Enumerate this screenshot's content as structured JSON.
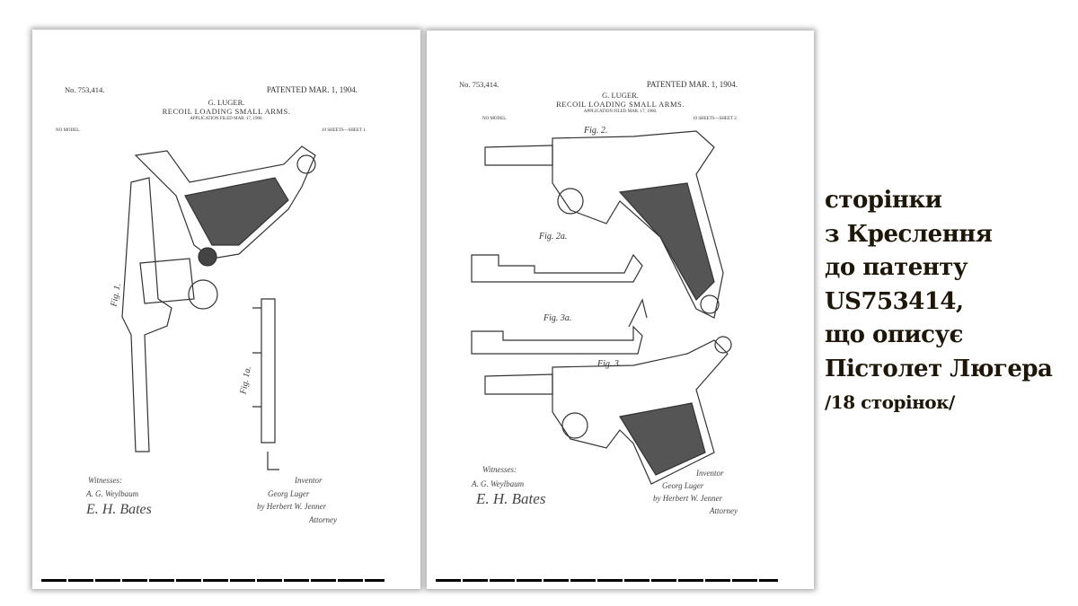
{
  "pages": [
    {
      "number": "No. 753,414.",
      "patented": "PATENTED MAR. 1, 1904.",
      "inventor": "G. LUGER.",
      "title": "RECOIL LOADING SMALL ARMS.",
      "application": "APPLICATION FILED MAR. 17, 1900.",
      "model": "NO MODEL.",
      "sheet": "10 SHEETS—SHEET 1.",
      "figures": [
        "Fig. 1.",
        "Fig. 1a."
      ],
      "witnesses_label": "Witnesses:",
      "inventor_label": "Inventor",
      "attorney_label": "Attorney"
    },
    {
      "number": "No. 753,414.",
      "patented": "PATENTED MAR. 1, 1904.",
      "inventor": "G. LUGER.",
      "title": "RECOIL LOADING SMALL ARMS.",
      "application": "APPLICATION FILED MAR. 17, 1900.",
      "model": "NO MODEL.",
      "sheet": "10 SHEETS—SHEET 2.",
      "figures": [
        "Fig. 2.",
        "Fig. 2a.",
        "Fig. 3a.",
        "Fig. 3."
      ],
      "witnesses_label": "Witnesses:",
      "inventor_label": "Inventor",
      "attorney_label": "Attorney"
    }
  ],
  "signatures": [
    "A. G. Weylbaum",
    "E. H. Bates",
    "Georg Luger",
    "by Herbert W. Jenner"
  ],
  "caption": {
    "lines": [
      "сторінки",
      "з Креслення",
      "до патенту",
      "US753414,",
      "що описує",
      "Пістолет Люгера"
    ],
    "subtitle": "/18 сторінок/"
  },
  "colors": {
    "caption": "#1e1608",
    "background": "#ffffff"
  }
}
